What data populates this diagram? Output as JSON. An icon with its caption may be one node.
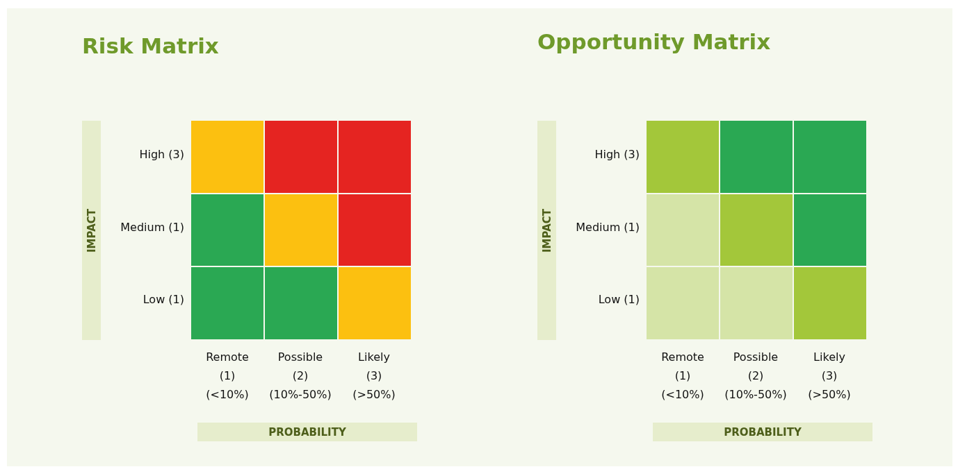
{
  "diagram": {
    "nodes": [
      {
        "text": [
          "IMPACT"
        ]
      },
      {
        "text": [],
        "shape": "box"
      },
      {
        "text": [],
        "shape": "box"
      },
      {
        "text": [],
        "shape": "box"
      },
      {
        "text": [],
        "shape": "box"
      },
      {
        "text": [],
        "shape": "box"
      },
      {
        "text": [],
        "shape": "box"
      },
      {
        "text": [],
        "shape": "box"
      },
      {
        "text": [],
        "shape": "box"
      },
      {
        "text": [],
        "shape": "box"
      },
      {
        "text": [
          "PROBABILITY"
        ]
      },
      {
        "text": [
          "IMPACT"
        ]
      },
      {
        "text": [],
        "shape": "box"
      },
      {
        "text": [],
        "shape": "box"
      },
      {
        "text": [],
        "shape": "box"
      },
      {
        "text": [],
        "shape": "box"
      },
      {
        "text": [],
        "shape": "box"
      },
      {
        "text": [],
        "shape": "box"
      },
      {
        "text": [],
        "shape": "box"
      },
      {
        "text": [],
        "shape": "box"
      },
      {
        "text": [],
        "shape": "box"
      },
      {
        "text": [
          "PROBABILITY"
        ]
      }
    ],
    "labels": [
      "Risk Matrix",
      "High (3)",
      "Medium (1)",
      "Low (1)",
      "Remote (1) (<10%)",
      "Possible (2) (10%-50%)",
      "Likely (3) (>50%)",
      "Opportunity Matrix",
      "High (3)",
      "Medium (1)",
      "Low (1)",
      "Remote (1) (<10%)",
      "Possible (2) (10%-50%)",
      "Likely (3) (>50%)"
    ]
  }
}
